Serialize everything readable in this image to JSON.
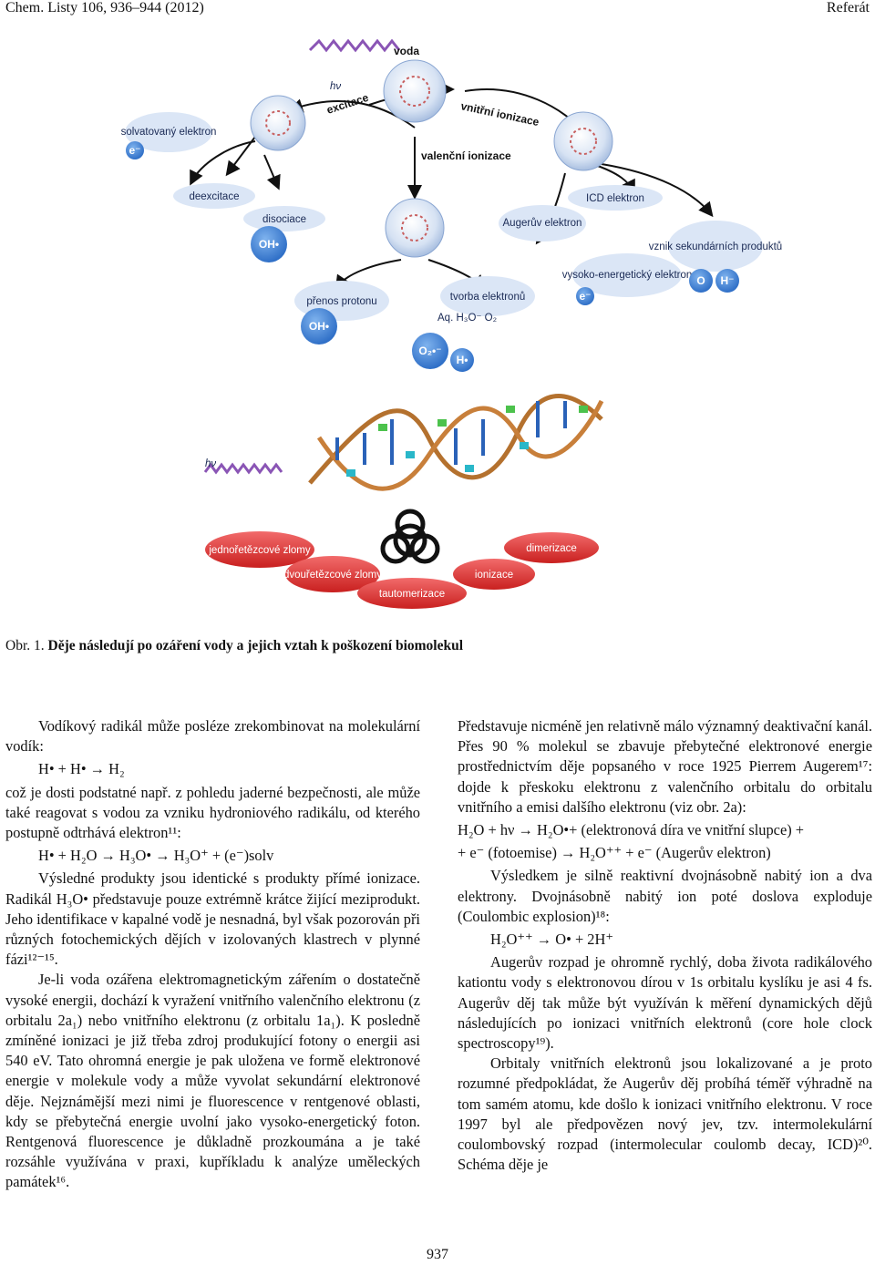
{
  "header": {
    "journal": "Chem. Listy 106, 936–944 (2012)",
    "section": "Referát"
  },
  "figure": {
    "top": "voda",
    "hv": "hν",
    "excitace": "excitace",
    "vnitrni_ionizace": "vnitřní ionizace",
    "valencni_ionizace": "valenční ionizace",
    "solvatovany": "solvatovaný elektron",
    "e_minus": "e⁻",
    "deexcitace": "deexcitace",
    "disociace": "disociace",
    "oh": "OH•",
    "icd": "ICD elektron",
    "auger": "Augerův elektron",
    "vznik": "vznik sekundárních produktů",
    "vysoko": "vysoko-energetický elektron",
    "o_ion": "O",
    "h_minus": "H⁻",
    "prenos": "přenos protonu",
    "tvorba": "tvorba elektronů",
    "aq": "Aq. H₃O⁻ O₂",
    "o2": "O₂•⁻",
    "h_dot": "H•",
    "hv2": "hν",
    "damage": [
      "jednořetězcové zlomy",
      "dvouřetězcové zlomy",
      "tautomerizace",
      "ionizace",
      "dimerizace"
    ]
  },
  "caption": {
    "prefix": "Obr. 1.",
    "title": "Děje následují po ozáření vody a jejich vztah k poškození biomolekul"
  },
  "left": {
    "p1": "Vodíkový radikál může posléze zrekombinovat na molekulární vodík:",
    "eq1": "H• + H• → H₂",
    "p2": "což je dosti podstatné např. z pohledu jaderné bezpečnosti, ale může také reagovat s vodou za vzniku hydroniového radikálu, od kterého postupně odtrhává elektron¹¹:",
    "eq2": "H• + H₂O → H₃O• → H₃O⁺ + (e⁻)solv",
    "p3": "Výsledné produkty jsou identické s produkty přímé ionizace. Radikál H₃O• představuje pouze extrémně krátce žijící meziprodukt. Jeho identifikace v kapalné vodě je nesnadná, byl však pozorován při různých fotochemických dějích v izolovaných klastrech v plynné fázi¹²⁻¹⁵.",
    "p4": "Je-li voda ozářena elektromagnetickým zářením o dostatečně vysoké energii, dochází k vyražení vnitřního valenčního elektronu (z orbitalu 2a₁) nebo vnitřního elektronu (z orbitalu 1a₁). K posledně zmíněné ionizaci je již třeba zdroj produkující fotony o energii asi 540 eV. Tato ohromná energie je pak uložena ve formě elektronové energie v molekule vody a může vyvolat sekundární elektronové děje. Nejznámější mezi nimi je fluorescence v rentgenové oblasti, kdy se přebytečná energie uvolní jako vysoko-energetický foton. Rentgenová fluorescence je důkladně prozkoumána a je také rozsáhle využívána v praxi, kupříkladu k analýze uměleckých památek¹⁶."
  },
  "right": {
    "p1": "Představuje nicméně jen relativně málo významný deaktivační kanál. Přes 90 % molekul se zbavuje přebytečné elektronové energie prostřednictvím děje popsaného v roce 1925 Pierrem Augerem¹⁷: dojde k přeskoku elektronu z valenčního orbitalu do orbitalu vnitřního a emisi dalšího elektronu (viz obr. 2a):",
    "eq1": "H₂O + hν → H₂O•+ (elektronová díra ve vnitřní slupce) +",
    "eq2": "+ e⁻ (fotoemise) → H₂O⁺⁺ + e⁻ (Augerův elektron)",
    "p2": "Výsledkem je silně reaktivní dvojnásobně nabitý ion a dva elektrony. Dvojnásobně nabitý ion poté doslova exploduje (Coulombic explosion)¹⁸:",
    "eq3": "H₂O⁺⁺ → O• + 2H⁺",
    "p3": "Augerův rozpad je ohromně rychlý, doba života radikálového kationtu vody s elektronovou dírou v 1s orbitalu kyslíku je asi 4 fs. Augerův děj tak může být využíván k měření dynamických dějů následujících po ionizaci vnitřních elektronů (core hole clock spectroscopy¹⁹).",
    "p4": "Orbitaly vnitřních elektronů jsou lokalizované a je proto rozumné předpokládat, že Augerův děj probíhá téměř výhradně na tom samém atomu, kde došlo k ionizaci vnitřního elektronu. V roce 1997 byl ale předpovězen nový jev, tzv. intermolekulární coulombovský rozpad (intermolecular coulomb decay, ICD)²⁰. Schéma děje je"
  },
  "footer": {
    "page": "937"
  }
}
